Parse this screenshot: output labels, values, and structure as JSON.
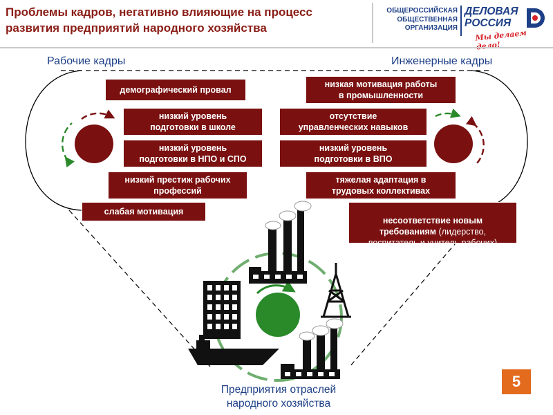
{
  "title": "Проблемы кадров, негативно влияющие на процесс\nразвития предприятий народного хозяйства",
  "logo": {
    "org_line1": "ОБЩЕРОССИЙСКАЯ",
    "org_line2": "ОБЩЕСТВЕННАЯ",
    "org_line3": "ОРГАНИЗАЦИЯ",
    "name_line1": "ДЕЛОВАЯ",
    "name_line2": "РОССИЯ",
    "slogan": "Мы делаем дело!"
  },
  "sections": {
    "left": "Рабочие кадры",
    "right": "Инженерные кадры"
  },
  "left_boxes": [
    "демографический провал",
    "низкий уровень\nподготовки в школе",
    "низкий уровень\nподготовки в НПО и СПО",
    "низкий престиж рабочих\nпрофессий",
    "слабая мотивация"
  ],
  "right_boxes": [
    "низкая мотивация работы\nв промышленности",
    "отсутствие\nуправленческих навыков",
    "низкий уровень\nподготовки в ВПО",
    "тяжелая адаптация в\nтрудовых коллективах"
  ],
  "last_right_box": {
    "bold": "несоответствие новым\nтребованиям",
    "normal": " (лидерство,\nвоспитатель и учитель рабочих)"
  },
  "bottom_caption": "Предприятия отраслей\nнародного хозяйства",
  "page_number": "5",
  "colors": {
    "box_fill": "#7a1010",
    "title": "#8a1d16",
    "accent_blue": "#1d3f87",
    "arrow_green": "#2a8a2a",
    "page_badge": "#e36b1e"
  }
}
